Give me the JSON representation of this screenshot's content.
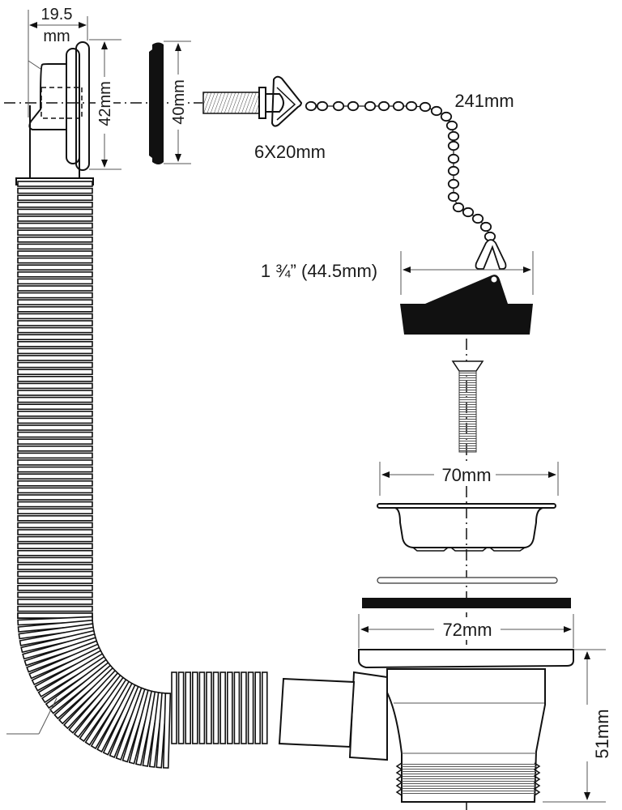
{
  "diagram": {
    "title_hidden": "",
    "colors": {
      "ink": "#111111",
      "dim": "#555555",
      "fill": "#ffffff"
    },
    "labels": {
      "overflow_depth": "19.5",
      "overflow_depth_unit": "mm",
      "overflow_height": "42mm",
      "washer_height": "40mm",
      "screw_size": "6X20mm",
      "chain_length": "241mm",
      "plug_diameter": "1 ¾” (44.5mm)",
      "grid_diameter": "70mm",
      "flange_diameter": "72mm",
      "body_height": "51mm"
    }
  }
}
